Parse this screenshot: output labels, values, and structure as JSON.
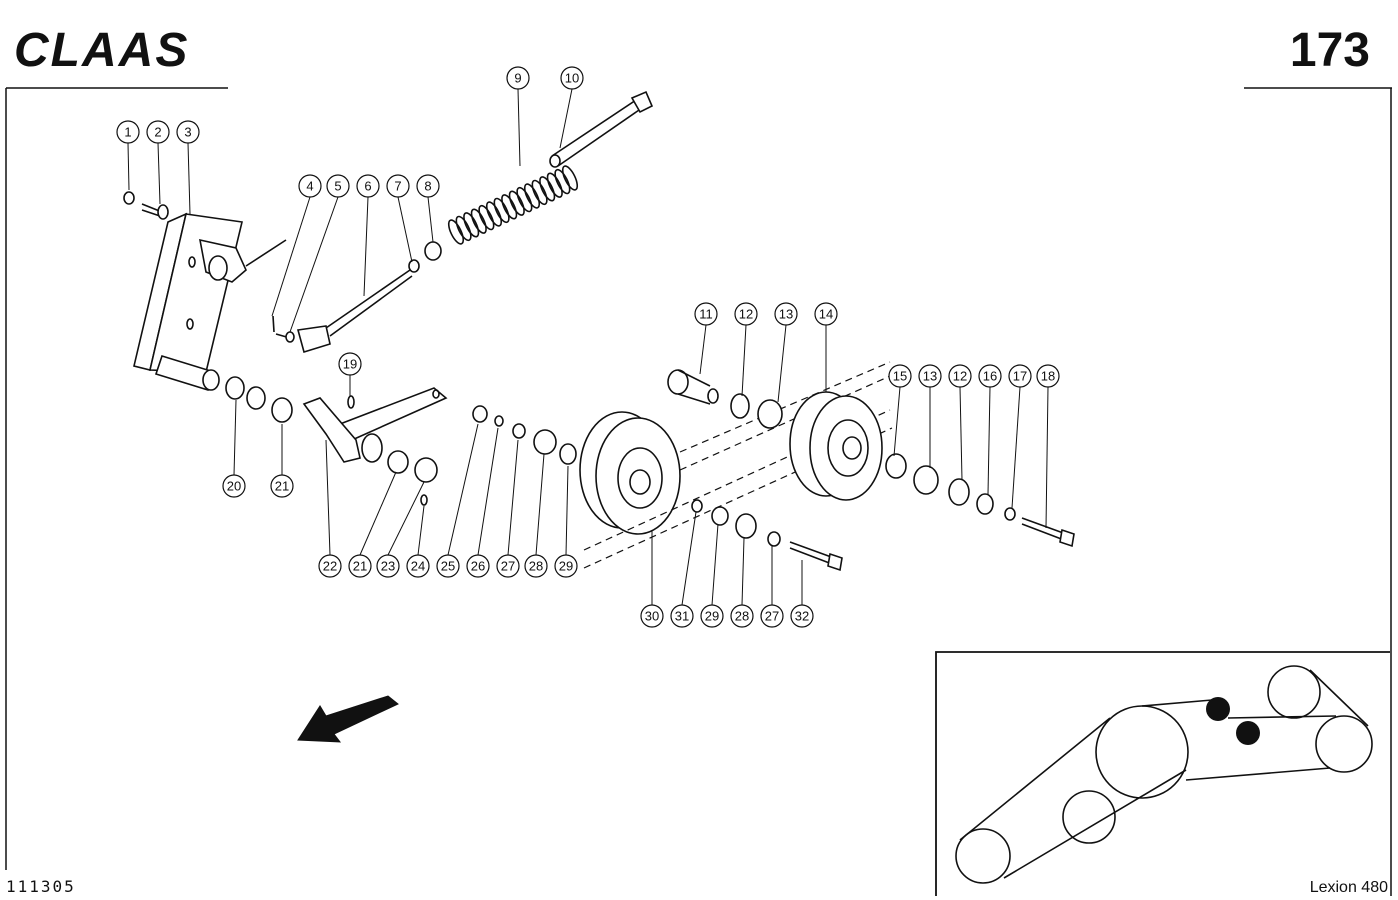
{
  "header": {
    "brand": "CLAAS",
    "page_number": "173"
  },
  "footer": {
    "drawing_id": "111305",
    "model": "Lexion 480"
  },
  "callouts": [
    {
      "label": "1"
    },
    {
      "label": "2"
    },
    {
      "label": "3"
    },
    {
      "label": "4"
    },
    {
      "label": "5"
    },
    {
      "label": "6"
    },
    {
      "label": "7"
    },
    {
      "label": "8"
    },
    {
      "label": "9"
    },
    {
      "label": "10"
    },
    {
      "label": "11"
    },
    {
      "label": "12"
    },
    {
      "label": "13"
    },
    {
      "label": "14"
    },
    {
      "label": "15"
    },
    {
      "label": "13"
    },
    {
      "label": "12"
    },
    {
      "label": "16"
    },
    {
      "label": "17"
    },
    {
      "label": "18"
    },
    {
      "label": "19"
    },
    {
      "label": "20"
    },
    {
      "label": "21"
    },
    {
      "label": "22"
    },
    {
      "label": "21"
    },
    {
      "label": "23"
    },
    {
      "label": "24"
    },
    {
      "label": "25"
    },
    {
      "label": "26"
    },
    {
      "label": "27"
    },
    {
      "label": "28"
    },
    {
      "label": "29"
    },
    {
      "label": "30"
    },
    {
      "label": "31"
    },
    {
      "label": "29"
    },
    {
      "label": "28"
    },
    {
      "label": "27"
    },
    {
      "label": "32"
    }
  ]
}
